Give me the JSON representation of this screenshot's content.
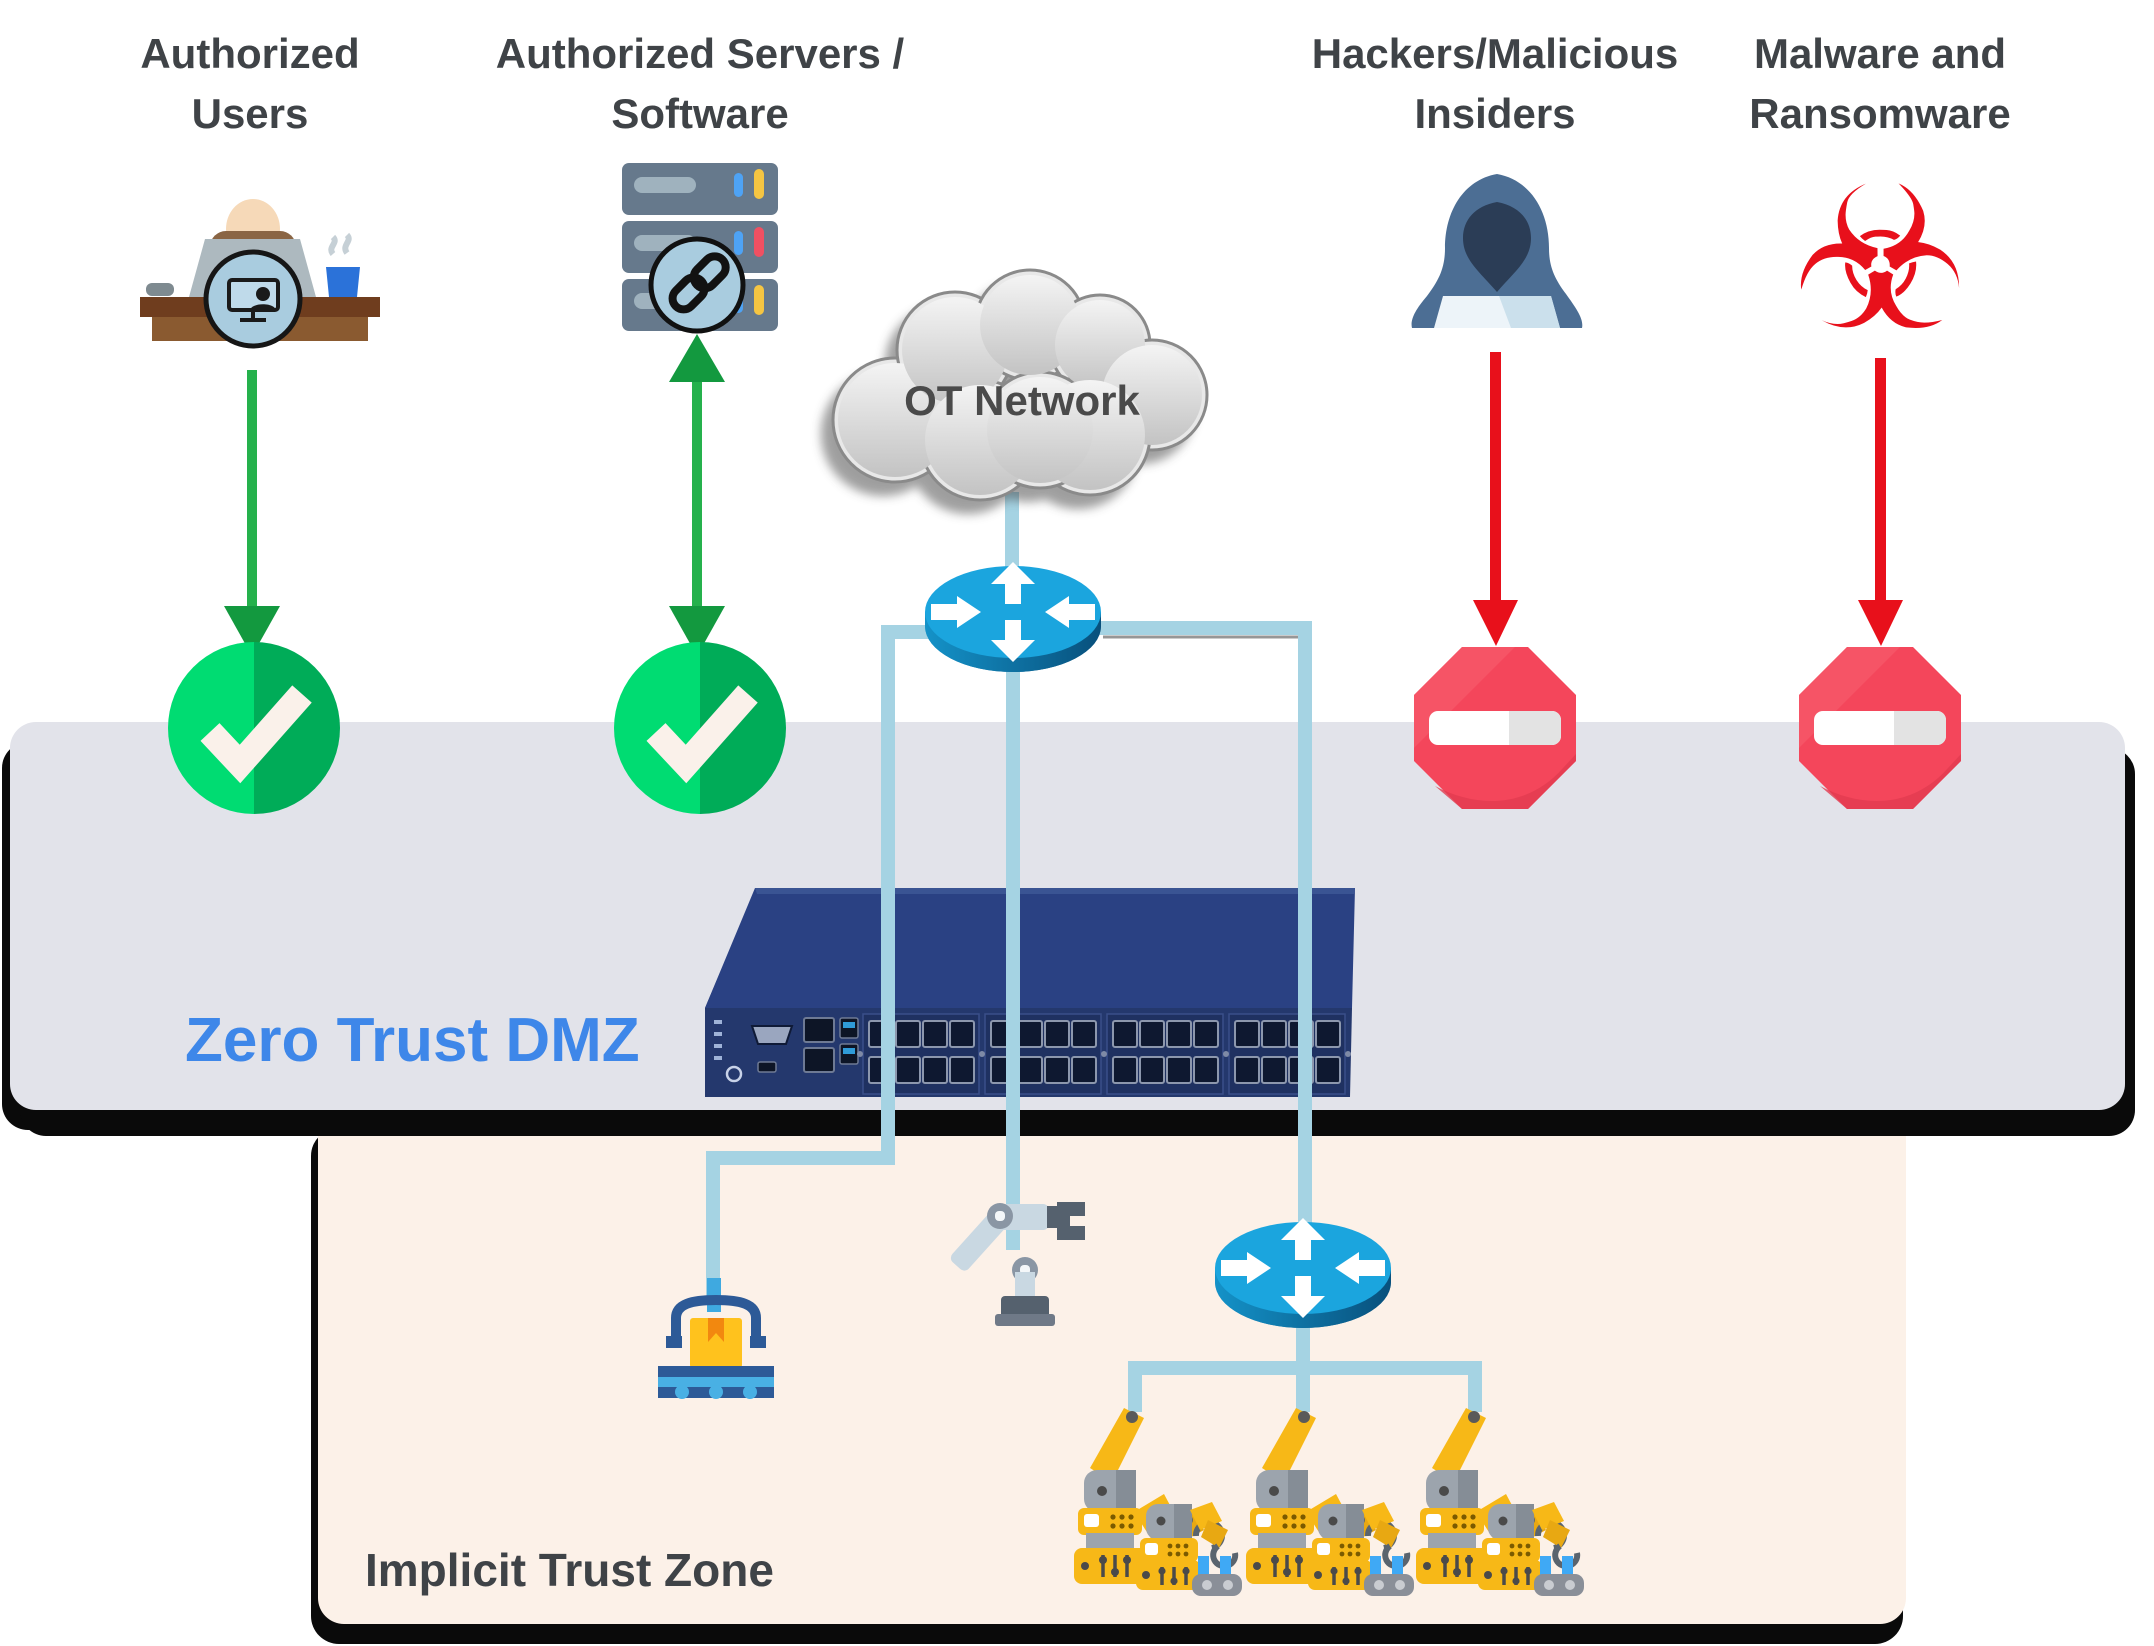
{
  "theme": {
    "label_text": "#3F4347",
    "allow_green": "#25B14C",
    "allow_green_dark": "#13993F",
    "check_green_light": "#00DC72",
    "check_green_dark": "#00AC58",
    "deny_red": "#E8101B",
    "stop_red": "#F4465B",
    "stop_red_dark": "#E23B50",
    "cable_blue": "#A5D3E3",
    "dmz_bg": "#E2E3EA",
    "dmz_text": "#3E87E9",
    "implicit_bg": "#FCF1E8",
    "appliance_navy": "#2A4183",
    "appliance_front": "#24386D",
    "router_blue": "#1BA5DE",
    "router_side": "#0E6FA3",
    "cloud_text": "#4A4A4A"
  },
  "labels": {
    "authorized_users": "Authorized\nUsers",
    "authorized_servers": "Authorized Servers /\nSoftware",
    "hackers": "Hackers/Malicious\nInsiders",
    "malware": "Malware and\nRansomware"
  },
  "cloud": {
    "label": "OT Network"
  },
  "zones": {
    "dmz_label": "Zero Trust DMZ",
    "implicit_label": "Implicit Trust Zone"
  },
  "glyphs": {
    "biohazard": "☣"
  }
}
